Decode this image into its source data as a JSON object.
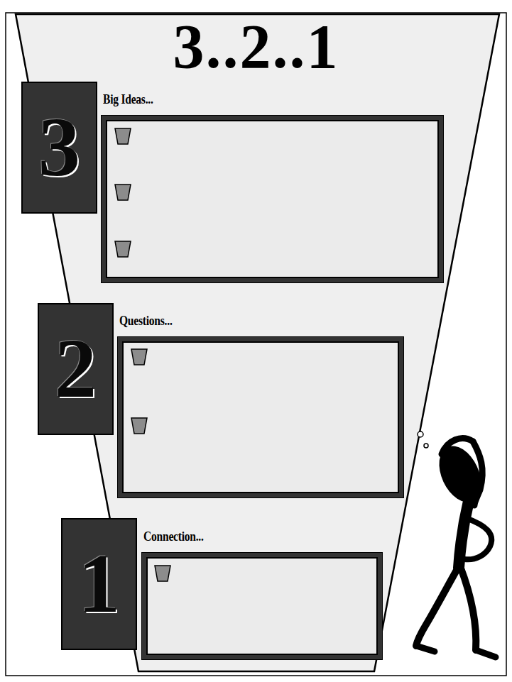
{
  "diagram": {
    "title": "3..2..1",
    "nodes": [
      {
        "text": [
          "3"
        ]
      },
      {
        "text": [
          "Big Ideas..."
        ]
      },
      {
        "text": [
          "2"
        ]
      },
      {
        "text": [
          "Questions..."
        ]
      },
      {
        "text": [
          "1"
        ]
      },
      {
        "text": [
          "Connection..."
        ]
      }
    ]
  }
}
